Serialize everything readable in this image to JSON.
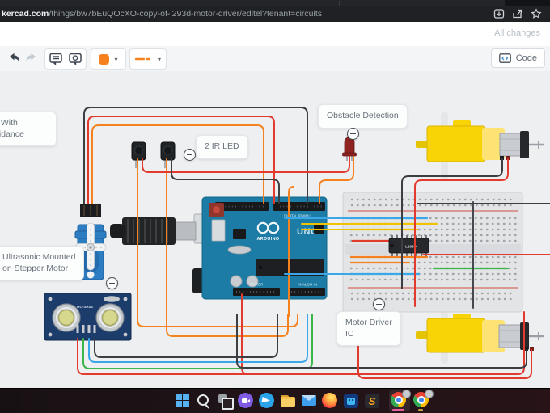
{
  "browser": {
    "url_domain": "kercad.com",
    "url_path": "/things/bw7bEuQOcXO-copy-of-l293d-motor-driver/editel?tenant=circuits",
    "icons": [
      "save-page-icon",
      "share-icon",
      "bookmark-star-icon"
    ]
  },
  "header": {
    "status": "All changes"
  },
  "toolbar": {
    "icons": [
      "undo-icon",
      "redo-icon",
      "note-icon",
      "label-icon",
      "color-swatch",
      "wire-style-swatch"
    ],
    "code_label": "Code",
    "accent_orange": "#f5821f"
  },
  "canvas": {
    "notes": {
      "car": {
        "line1": "Car With",
        "line2": "Avoidance"
      },
      "ir": {
        "text": "2 IR LED"
      },
      "obstacle": {
        "text": "Obstacle Detection"
      },
      "ultrasonic": {
        "line1": "Ultrasonic Mounted",
        "line2": "on Stepper Motor"
      },
      "driver": {
        "line1": "Motor Driver",
        "line2": "IC"
      }
    },
    "components": {
      "arduino_brand": "ARDUINO",
      "arduino_model": "UNO",
      "digital_label": "DIGITAL (PWM~)",
      "power_label": "POWER",
      "analog_label": "ANALOG IN",
      "driver_chip": "L293D",
      "sonar_model": "HC-SR04"
    },
    "colors": {
      "wire_black": "#3b3f44",
      "wire_red": "#e23b2e",
      "wire_orange": "#f5821f",
      "wire_yellow": "#f2c200",
      "wire_green": "#3cb54a",
      "wire_blue": "#39a7e8",
      "arduino_blue": "#1d7ca5",
      "motor_yellow": "#f8d406",
      "servo_blue": "#2d7dc2",
      "sonar_navy": "#1c3d6b",
      "led_red": "#8e2320",
      "breadboard_gray": "#e3e4e6"
    }
  },
  "taskbar": {
    "icons": [
      "start-icon",
      "search-icon",
      "task-view-icon",
      "chat-icon",
      "telegram-icon",
      "file-explorer-icon",
      "mail-icon",
      "firefox-icon",
      "app-blue-icon",
      "app-s-icon",
      "chrome-icon",
      "chrome-icon-2"
    ],
    "app_s_letter": "S",
    "active_underline_color": "#e85fa2"
  }
}
